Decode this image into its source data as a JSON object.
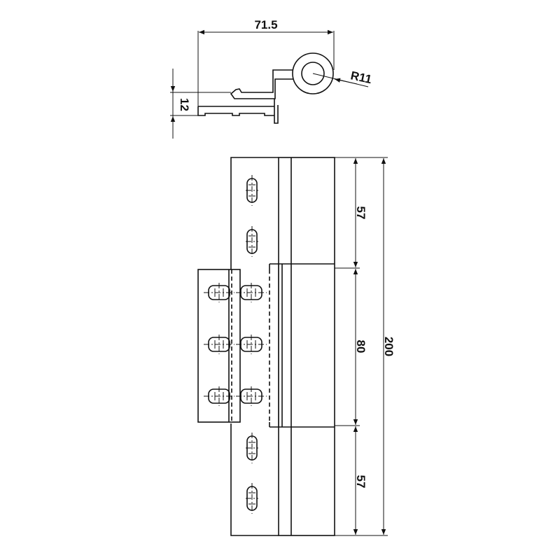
{
  "drawing": {
    "subject": "hinge",
    "dimensions": {
      "width_top": "71.5",
      "radius": "R11",
      "thickness": "12",
      "upper_segment": "57",
      "middle_segment": "80",
      "lower_segment": "57",
      "total_height": "200"
    },
    "color": "#111111"
  }
}
